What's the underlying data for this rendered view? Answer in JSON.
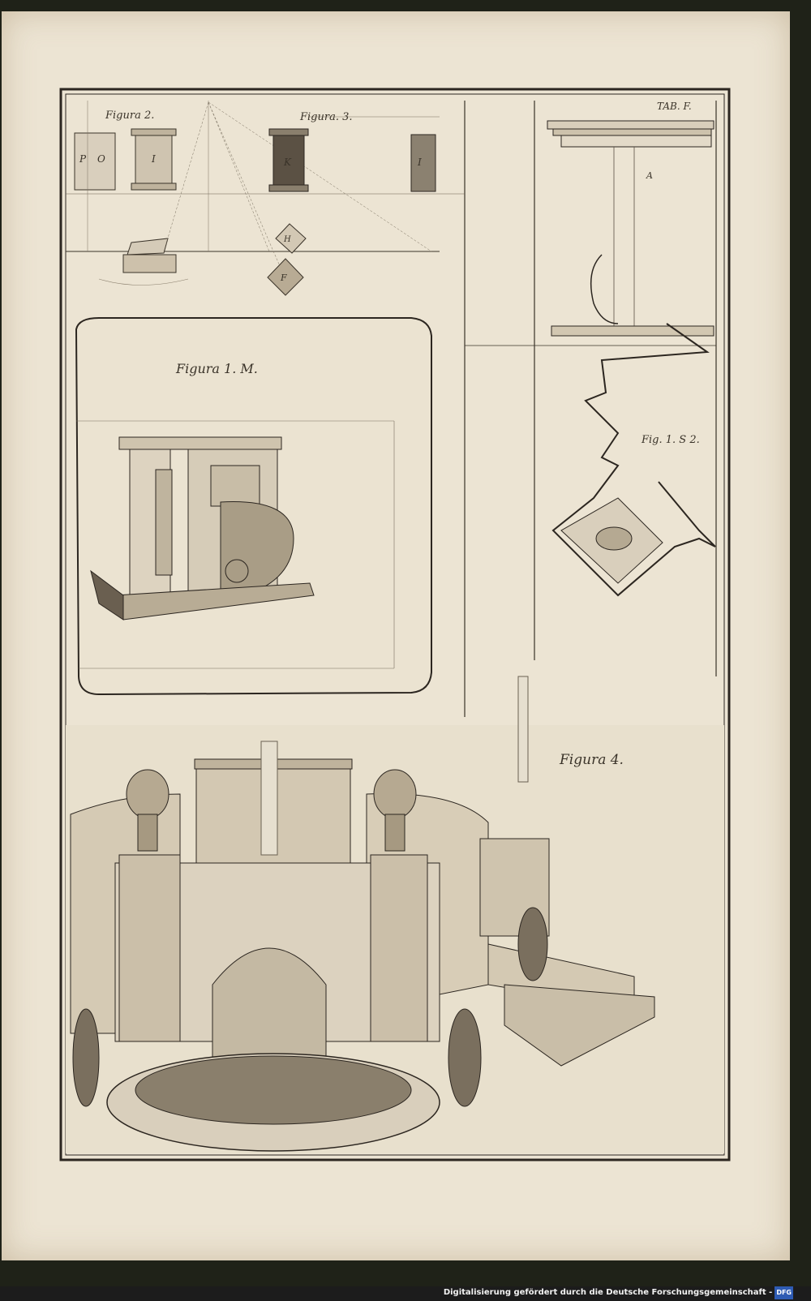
{
  "plate": {
    "tab_label": "TAB. F.",
    "figures": [
      {
        "id": "figura-2",
        "caption": "Figura 2."
      },
      {
        "id": "figura-3",
        "caption": "Figura. 3."
      },
      {
        "id": "figura-1m",
        "caption": "Figura 1. M."
      },
      {
        "id": "fig-1s2",
        "caption": "Fig. 1. S 2."
      },
      {
        "id": "figura-4",
        "caption": "Figura 4."
      }
    ]
  },
  "footer": {
    "credit": "Digitalisierung gefördert durch die Deutsche Forschungsgemeinschaft -",
    "logo": "DFG"
  },
  "colors": {
    "ink": "#3a3329",
    "paper": "#ece4d3",
    "background": "#1f2218"
  }
}
